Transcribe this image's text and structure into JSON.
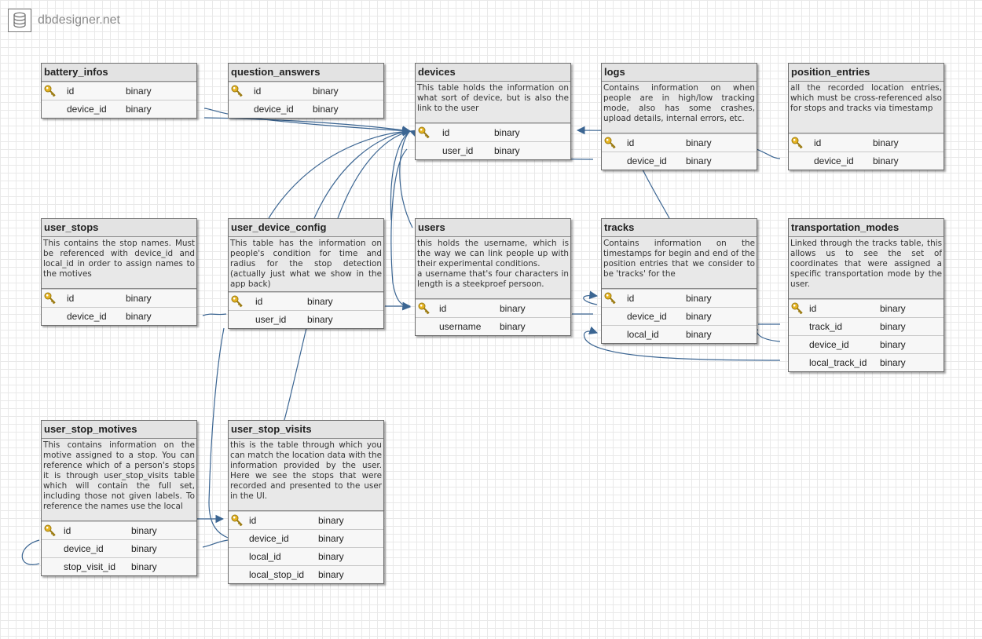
{
  "brand": {
    "name": "dbdesigner.net",
    "icon": "database-icon"
  },
  "colors": {
    "connector": "#3b6592",
    "header": "#e3e3e3",
    "border": "#6e6e6e",
    "key": "#e6b422"
  },
  "tables": {
    "battery_infos": {
      "name": "battery_infos",
      "columns": [
        {
          "name": "id",
          "type": "binary",
          "pk": true
        },
        {
          "name": "device_id",
          "type": "binary"
        }
      ]
    },
    "question_answers": {
      "name": "question_answers",
      "columns": [
        {
          "name": "id",
          "type": "binary",
          "pk": true
        },
        {
          "name": "device_id",
          "type": "binary"
        }
      ]
    },
    "devices": {
      "name": "devices",
      "description": "This table holds the information on what sort of device, but is also the link to the user",
      "columns": [
        {
          "name": "id",
          "type": "binary",
          "pk": true
        },
        {
          "name": "user_id",
          "type": "binary"
        }
      ]
    },
    "logs": {
      "name": "logs",
      "description": "Contains information on when people are in high/low tracking mode, also has some crashes, upload details, internal errors, etc.",
      "columns": [
        {
          "name": "id",
          "type": "binary",
          "pk": true
        },
        {
          "name": "device_id",
          "type": "binary"
        }
      ]
    },
    "position_entries": {
      "name": "position_entries",
      "description": "all the recorded location entries, which must be cross-referenced also for stops and tracks via timestamp",
      "columns": [
        {
          "name": "id",
          "type": "binary",
          "pk": true
        },
        {
          "name": "device_id",
          "type": "binary"
        }
      ]
    },
    "user_stops": {
      "name": "user_stops",
      "description": "This contains the stop names. Must be referenced with device_id and local_id in order to assign names to the motives",
      "columns": [
        {
          "name": "id",
          "type": "binary",
          "pk": true
        },
        {
          "name": "device_id",
          "type": "binary"
        }
      ]
    },
    "user_device_config": {
      "name": "user_device_config",
      "description": "This table has the information on people's condition for time and radius for the stop detection (actually just what we show in the app back)",
      "columns": [
        {
          "name": "id",
          "type": "binary",
          "pk": true
        },
        {
          "name": "user_id",
          "type": "binary"
        }
      ]
    },
    "users": {
      "name": "users",
      "description": "this holds the username, which is the way we can link people up with their experimental conditions.\na username that's four characters in length is a steekproef persoon.",
      "columns": [
        {
          "name": "id",
          "type": "binary",
          "pk": true
        },
        {
          "name": "username",
          "type": "binary"
        }
      ]
    },
    "tracks": {
      "name": "tracks",
      "description": "Contains information on the timestamps for begin and end of the position entries that we consider to be 'tracks' for the",
      "columns": [
        {
          "name": "id",
          "type": "binary",
          "pk": true
        },
        {
          "name": "device_id",
          "type": "binary"
        },
        {
          "name": "local_id",
          "type": "binary"
        }
      ]
    },
    "transportation_modes": {
      "name": "transportation_modes",
      "description": "Linked through the tracks table, this allows us to see the set of coordinates that were assigned a specific transportation mode by the user.",
      "columns": [
        {
          "name": "id",
          "type": "binary",
          "pk": true
        },
        {
          "name": "track_id",
          "type": "binary"
        },
        {
          "name": "device_id",
          "type": "binary"
        },
        {
          "name": "local_track_id",
          "type": "binary"
        }
      ]
    },
    "user_stop_motives": {
      "name": "user_stop_motives",
      "description": "This contains information on the motive assigned to a stop. You can reference which of a person's stops it is through user_stop_visits table which will contain the full set, including those not given labels. To reference the names use the local",
      "columns": [
        {
          "name": "id",
          "type": "binary",
          "pk": true
        },
        {
          "name": "device_id",
          "type": "binary"
        },
        {
          "name": "stop_visit_id",
          "type": "binary"
        }
      ]
    },
    "user_stop_visits": {
      "name": "user_stop_visits",
      "description": "this is the table through which you can match the location data with the information provided by the user. Here we see the stops that were recorded and presented to the user in the UI.",
      "columns": [
        {
          "name": "id",
          "type": "binary",
          "pk": true
        },
        {
          "name": "device_id",
          "type": "binary"
        },
        {
          "name": "local_id",
          "type": "binary"
        },
        {
          "name": "local_stop_id",
          "type": "binary"
        }
      ]
    }
  }
}
